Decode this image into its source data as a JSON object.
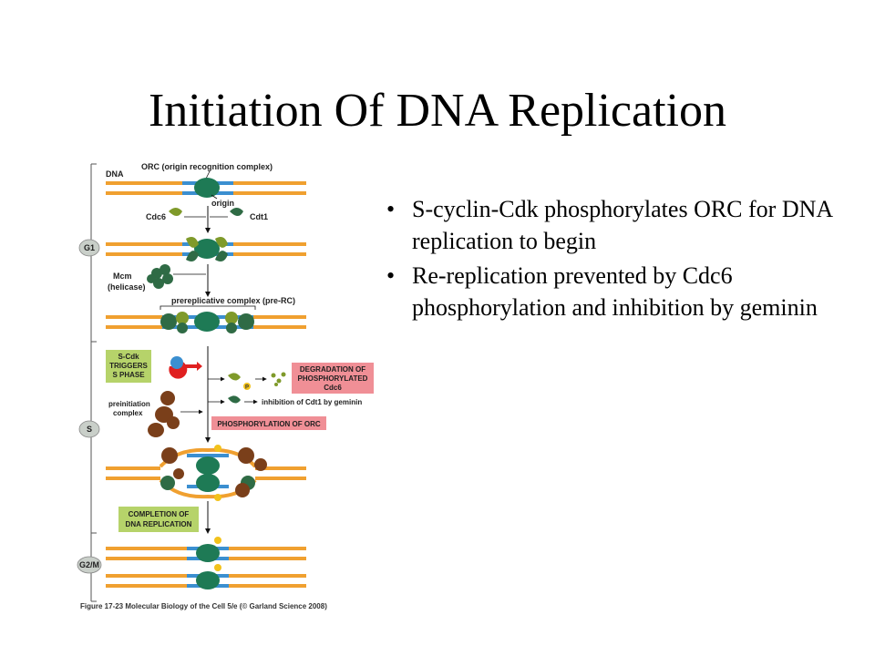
{
  "slide": {
    "title": "Initiation Of DNA Replication",
    "bullets": [
      "S-cyclin-Cdk phosphorylates ORC for DNA replication to begin",
      "Re-replication prevented by Cdc6 phosphorylation and inhibition by geminin"
    ],
    "bullet_glyph": "•"
  },
  "figure": {
    "phases": {
      "g1": "G1",
      "s": "S",
      "g2m": "G2/M"
    },
    "labels": {
      "dna": "DNA",
      "orc": "ORC (origin recognition complex)",
      "origin": "origin",
      "cdc6": "Cdc6",
      "cdt1": "Cdt1",
      "mcm_1": "Mcm",
      "mcm_2": "(helicase)",
      "pre_rc": "prereplicative complex (pre-RC)",
      "scdk_1": "S-Cdk",
      "scdk_2": "TRIGGERS",
      "scdk_3": "S PHASE",
      "degradation_1": "DEGRADATION OF",
      "degradation_2": "PHOSPHORYLATED",
      "degradation_3": "Cdc6",
      "geminin": "inhibition of Cdt1 by geminin",
      "preinit_1": "preinitiation",
      "preinit_2": "complex",
      "phos_orc": "PHOSPHORYLATION OF ORC",
      "completion_1": "COMPLETION OF",
      "completion_2": "DNA REPLICATION",
      "phos": "P",
      "caption": "Figure 17-23  Molecular Biology of the Cell 5/e (© Garland Science 2008)"
    },
    "colors": {
      "dna": "#f0a030",
      "origin": "#3b8fd0",
      "orc": "#1e7a55",
      "cdc6": "#7f9a2a",
      "mcm": "#2f6b45",
      "preinit": "#7a3f1a",
      "phos": "#f2c21b",
      "green_box": "#b6d36a",
      "pink_box": "#f08f96",
      "phase_badge": "#c9cfc9",
      "arrow_red": "#e02020"
    }
  }
}
